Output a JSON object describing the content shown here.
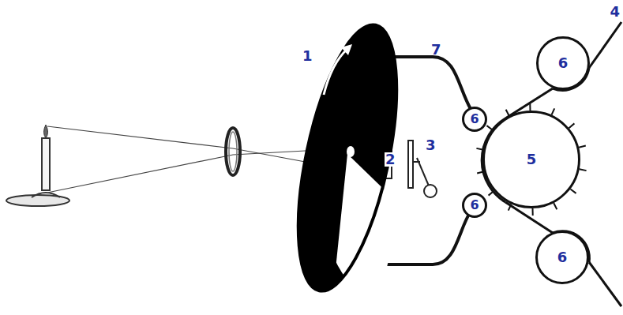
{
  "diagram": {
    "nodes": [
      {
        "text": [
          "6"
        ]
      },
      {
        "text": [
          "6"
        ]
      },
      {
        "text": [
          "5"
        ]
      },
      {
        "text": [
          "6"
        ]
      },
      {
        "text": [
          "6"
        ]
      }
    ],
    "labels": [
      "4",
      "1",
      "7",
      "3",
      "2"
    ]
  }
}
